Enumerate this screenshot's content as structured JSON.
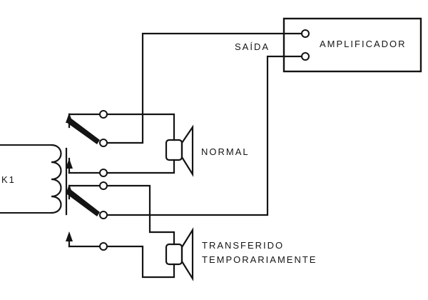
{
  "diagram": {
    "amplifier_label": "AMPLIFICADOR",
    "output_label": "SAÍDA",
    "relay_label": "K1",
    "speaker_normal_label": "NORMAL",
    "speaker_transfer_label_line1": "TRANSFERIDO",
    "speaker_transfer_label_line2": "TEMPORARIAMENTE"
  }
}
